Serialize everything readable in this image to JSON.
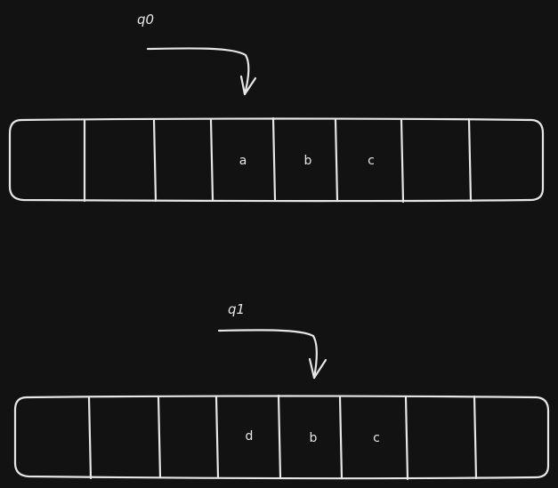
{
  "canvas": {
    "background": "#121212",
    "stroke": "#e6e6e6"
  },
  "arrays": [
    {
      "pointer_label": "q0",
      "cells": [
        "",
        "",
        "",
        "a",
        "b",
        "c",
        "",
        ""
      ]
    },
    {
      "pointer_label": "q1",
      "cells": [
        "",
        "",
        "",
        "d",
        "b",
        "c",
        "",
        ""
      ]
    }
  ]
}
